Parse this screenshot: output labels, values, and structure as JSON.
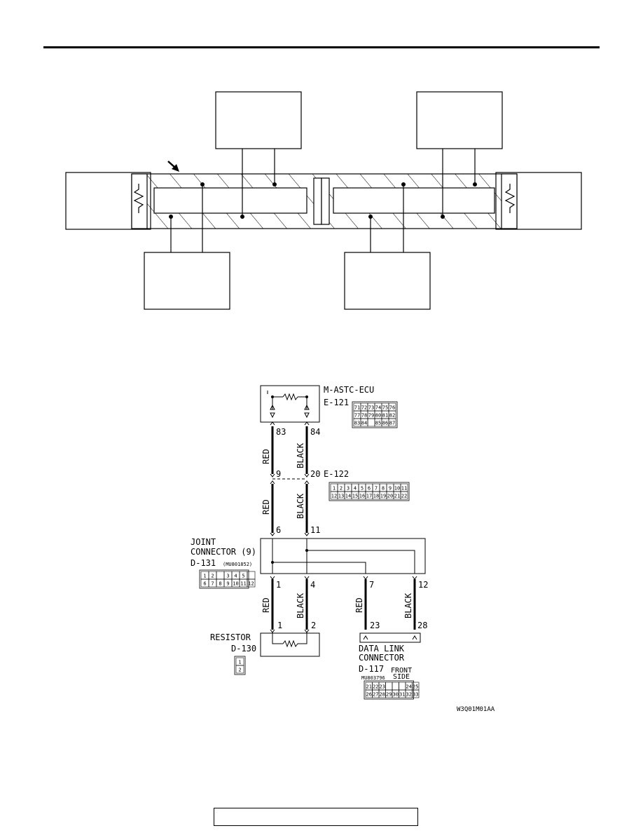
{
  "doc_code": "W3Q01M01AA",
  "ecu": {
    "name": "M-ASTC-ECU",
    "connector": "E-121",
    "pin_a": "83",
    "pin_b": "84",
    "pins": [
      "71",
      "72",
      "73",
      "74",
      "75",
      "76",
      "77",
      "78",
      "79",
      "80",
      "81",
      "82",
      "83",
      "84",
      "85",
      "86",
      "87"
    ]
  },
  "e122": {
    "connector": "E-122",
    "pin_a": "9",
    "pin_b": "20",
    "pins": [
      "1",
      "2",
      "3",
      "4",
      "5",
      "6",
      "7",
      "8",
      "9",
      "10",
      "11",
      "12",
      "13",
      "14",
      "15",
      "16",
      "17",
      "18",
      "19",
      "20",
      "21",
      "22"
    ]
  },
  "joint": {
    "line1": "JOINT",
    "line2": "CONNECTOR (9)",
    "connector": "D-131",
    "part": "(MU801852)",
    "pin_in_a": "6",
    "pin_in_b": "11",
    "pin_out_a": "1",
    "pin_out_b": "4",
    "pin_out_c": "7",
    "pin_out_d": "12",
    "pins": [
      "1",
      "2",
      "3",
      "4",
      "5",
      "6",
      "7",
      "8",
      "9",
      "10",
      "11",
      "12"
    ]
  },
  "resistor": {
    "name": "RESISTOR",
    "connector": "D-130",
    "pin_a": "1",
    "pin_b": "2",
    "pins": [
      "1",
      "2"
    ]
  },
  "dlc": {
    "line1": "DATA LINK",
    "line2": "CONNECTOR",
    "connector": "D-117",
    "part": "MU803796",
    "view_line1": "FRONT",
    "view_line2": "SIDE",
    "pin_a": "23",
    "pin_b": "28",
    "pins": [
      "21",
      "22",
      "23",
      "24",
      "25",
      "26",
      "27",
      "28",
      "29",
      "30",
      "31",
      "32",
      "33"
    ]
  },
  "wires": {
    "red": "RED",
    "black": "BLACK"
  }
}
